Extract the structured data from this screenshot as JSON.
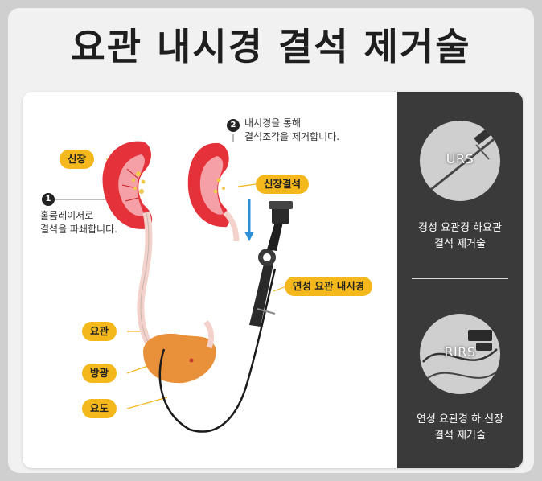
{
  "title": "요관 내시경 결석 제거술",
  "labels": {
    "kidney": "신장",
    "kidney_stone": "신장결석",
    "ureter": "요관",
    "bladder": "방광",
    "urethra": "요도",
    "flexible_scope": "연성 요관 내시경"
  },
  "steps": [
    {
      "number": "1",
      "line1": "홀뮴레이저로",
      "line2": "결석을 파쇄합니다."
    },
    {
      "number": "2",
      "line1": "내시경을 통해",
      "line2": "결석조각을 제거합니다."
    }
  ],
  "side_panel": {
    "items": [
      {
        "badge": "URS",
        "caption_line1": "경성 요관경 하요관",
        "caption_line2": "결석 제거술"
      },
      {
        "badge": "RIRS",
        "caption_line1": "연성 요관경 하 신장",
        "caption_line2": "결석 제거술"
      }
    ]
  },
  "colors": {
    "accent": "#f5b81c",
    "kidney": "#e5313a",
    "bladder": "#e8913a",
    "panel": "#3a3a3a"
  }
}
